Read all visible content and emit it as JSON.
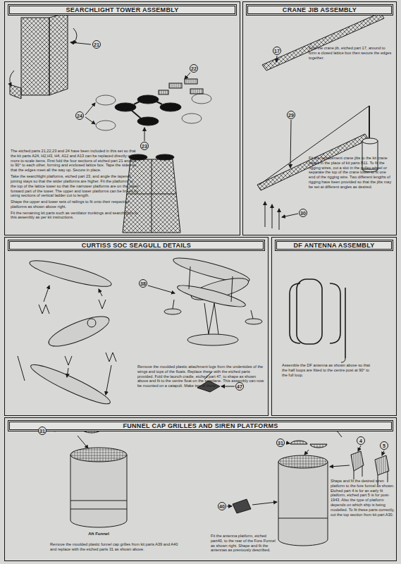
{
  "diagram": {
    "nodes": [
      {
        "text": [
          "SEARCHLIGHT TOWER ASSEMBLY",
          "The etched parts 21,22,23 and 24 have been included in this set so that the kit parts A24, H2,H3, H4, A12 and A13 can be replaced directly with more to-scale items. First fold the four sections of etched part 21 around to 90° to each other, forming and enclosed lattice box. Tape the sides so that the edges meet all the way up. Secure in place.",
          "Take the searchlight platforms, etched part 23, and angle the tapered joining stays so that the wider platforms are higher. Fit the platforms to the top of the lattice tower so that the narrower platforms are on the lower forward part of the tower. The upper and lower platforms can be linked by using sections of vertical ladder cut to length.",
          "Shape the upper and lower sets of railings to fit onto their respective platforms as shown above right.",
          "Fit the remaining kit parts such as ventilator trunkings and searchlights to this assembly as per kit instructions."
        ]
      },
      {
        "text": [
          "CRANE JIB ASSEMBLY",
          "Fold the crane jib, etched part 17, around to form a closed lattice box then secure the edges together.",
          "Fit the replacement crane jibs to the kit crane bases in the place of kit parts B11. To fit the rigging wires, cut a slot in the pulley wheel or separate the top of the crane tower to fit one end of the rigging wire. Two different lengths of rigging have been provided so that the jibs may be set at different angles as desired."
        ]
      },
      {
        "text": [
          "CURTISS SOC SEAGULL DETAILS",
          "Remove the moulded plastic attachment lugs from the undersides of the wings and tops of the floats. Replace these with the etched parts provided. Fold the launch cradle, etched part 47, to shape as shown above and fit to the centre float on the seaplane. This assembly can now be mounted on a catapult. Make two of these."
        ]
      },
      {
        "text": [
          "DF ANTENNA ASSEMBLY",
          "Assemble the DF antenna as shown above so that the half loops are fitted to the centre post at 90° to the full loop."
        ]
      },
      {
        "text": [
          "FUNNEL CAP GRILLES AND SIREN PLATFORMS",
          "Remove the moulded plastic funnel cap grilles from kit parts A39 and A40 and replace with the etched parts 31 as shown above.",
          "Fit the antenna platform, etched part40, to the rear of the Fore Funnel as shown right. Shape and fit the antennas as previously described.",
          "Shape and fit the desired siren platform to the fore funnel as shown. Etched part 4 is for an early fit platform, etched part 5 is for post-1943. Also the type of platform depends on which ship is being modelled. To fit these parts correctly, cut the top section from kit part A30."
        ]
      }
    ],
    "labels": [
      "21",
      "22",
      "24",
      "23",
      "17",
      "29",
      "30",
      "38",
      "47",
      "31",
      "Aft Funnel",
      "31",
      "4",
      "5",
      "40"
    ]
  }
}
